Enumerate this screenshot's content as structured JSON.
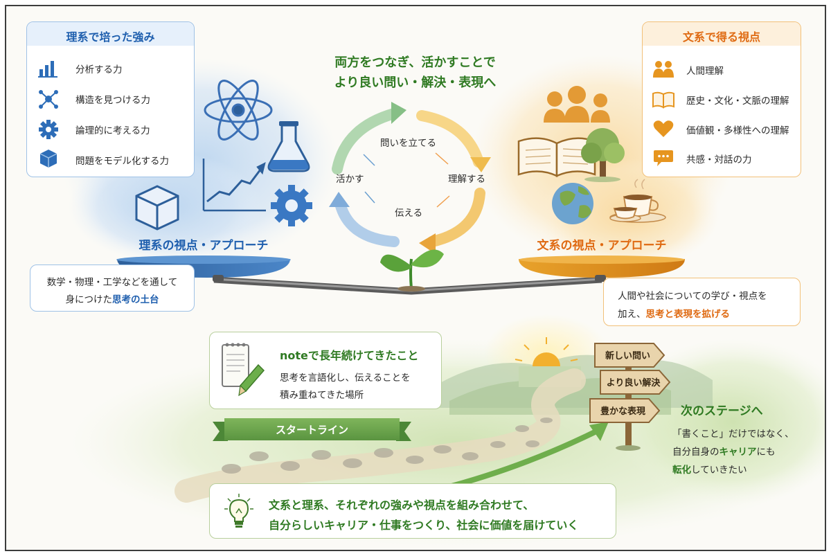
{
  "science_box": {
    "title": "理系で培った強み",
    "items": [
      "分析する力",
      "構造を見つける力",
      "論理的に考える力",
      "問題をモデル化する力"
    ]
  },
  "humanities_box": {
    "title": "文系で得る視点",
    "items": [
      "人間理解",
      "歴史・文化・文脈の理解",
      "価値観・多様性への理解",
      "共感・対話の力"
    ]
  },
  "headline": {
    "line1": "両方をつなぎ、活かすことで",
    "line2": "より良い問い・解決・表現へ"
  },
  "cycle": {
    "top": "問いを立てる",
    "right": "理解する",
    "bottom": "伝える",
    "left": "活かす"
  },
  "science_label": "理系の視点・アプローチ",
  "humanities_label": "文系の視点・アプローチ",
  "science_note": {
    "line1": "数学・物理・工学などを通して",
    "line2_pre": "身につけた",
    "line2_hl": "思考の土台"
  },
  "humanities_note": {
    "line1": "人間や社会についての学び・視点を",
    "line2_pre": "加え、",
    "line2_hl": "思考と表現を拡げる"
  },
  "note_box": {
    "title": "noteで長年続けてきたこと",
    "line1": "思考を言語化し、伝えることを",
    "line2": "積み重ねてきた場所"
  },
  "start_line": "スタートライン",
  "signposts": [
    "新しい問い",
    "より良い解決",
    "豊かな表現"
  ],
  "next_stage": {
    "title": "次のステージへ",
    "line1": "「書くこと」だけではなく、",
    "line2_pre": "自分自身の",
    "line2_hl": "キャリア",
    "line2_post": "にも",
    "line3_hl": "転化",
    "line3_post": "していきたい"
  },
  "bottom_message": {
    "line1": "文系と理系、それぞれの強みや視点を組み合わせて、",
    "line2": "自分らしいキャリア・仕事をつくり、社会に価値を届けていく"
  },
  "colors": {
    "science": "#1f5fae",
    "humanities": "#df6a12",
    "growth": "#2f7a22"
  },
  "icons": [
    "bar-chart-icon",
    "network-icon",
    "gear-icon",
    "cube-icon",
    "people-icon",
    "book-icon",
    "heart-icon",
    "speech-bubble-icon",
    "atom-icon",
    "flask-icon",
    "line-graph-icon",
    "tree-icon",
    "globe-icon",
    "coffee-cup-icon",
    "sprout-icon",
    "notepad-icon",
    "pencil-icon",
    "lightbulb-icon",
    "sun-icon",
    "signpost-icon"
  ]
}
